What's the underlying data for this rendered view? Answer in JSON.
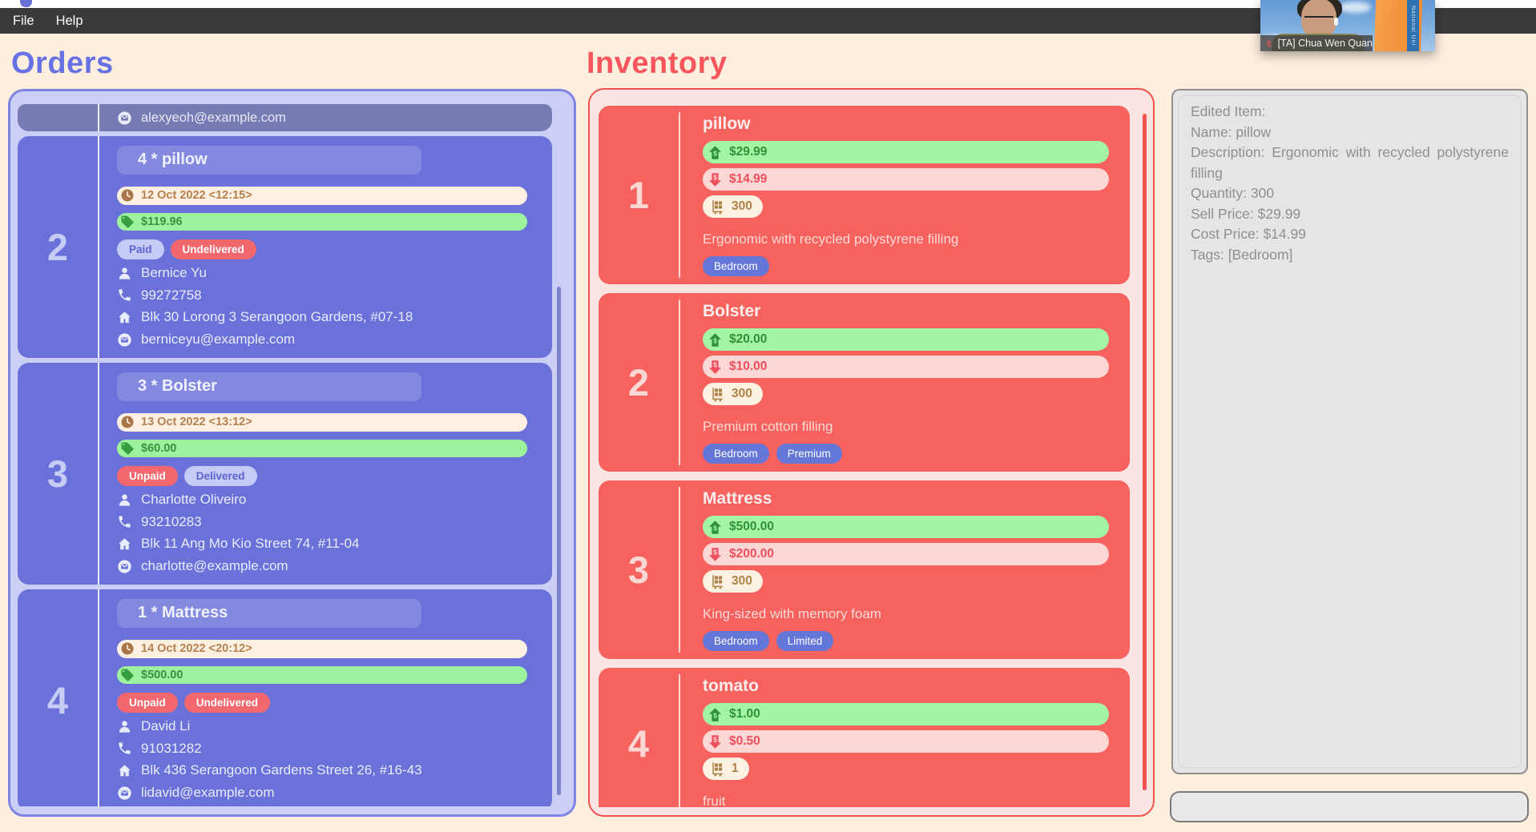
{
  "window": {
    "menu": [
      "File",
      "Help"
    ]
  },
  "webcam": {
    "label": "[TA] Chua Wen Quan",
    "mic_status": "muted",
    "banner_text": "National Uni"
  },
  "orders": {
    "title": "Orders",
    "partial_item": {
      "email": "alexyeoh@example.com"
    },
    "items": [
      {
        "index": 2,
        "name": "4 * pillow",
        "datetime": "12 Oct 2022 <12:15>",
        "price": "$119.96",
        "statuses": [
          {
            "label": "Paid",
            "type": "ok"
          },
          {
            "label": "Undelivered",
            "type": "bad"
          }
        ],
        "customer": "Bernice Yu",
        "phone": "99272758",
        "address": "Blk 30 Lorong 3 Serangoon Gardens, #07-18",
        "email": "berniceyu@example.com"
      },
      {
        "index": 3,
        "name": "3 * Bolster",
        "datetime": "13 Oct 2022 <13:12>",
        "price": "$60.00",
        "statuses": [
          {
            "label": "Unpaid",
            "type": "bad"
          },
          {
            "label": "Delivered",
            "type": "ok"
          }
        ],
        "customer": "Charlotte Oliveiro",
        "phone": "93210283",
        "address": "Blk 11 Ang Mo Kio Street 74, #11-04",
        "email": "charlotte@example.com"
      },
      {
        "index": 4,
        "name": "1 * Mattress",
        "datetime": "14 Oct 2022 <20:12>",
        "price": "$500.00",
        "statuses": [
          {
            "label": "Unpaid",
            "type": "bad"
          },
          {
            "label": "Undelivered",
            "type": "bad"
          }
        ],
        "customer": "David Li",
        "phone": "91031282",
        "address": "Blk 436 Serangoon Gardens Street 26, #16-43",
        "email": "lidavid@example.com"
      }
    ]
  },
  "inventory": {
    "title": "Inventory",
    "items": [
      {
        "index": 1,
        "name": "pillow",
        "sell_price": "$29.99",
        "cost_price": "$14.99",
        "quantity": "300",
        "description": "Ergonomic with recycled polystyrene filling",
        "tags": [
          "Bedroom"
        ]
      },
      {
        "index": 2,
        "name": "Bolster",
        "sell_price": "$20.00",
        "cost_price": "$10.00",
        "quantity": "300",
        "description": "Premium cotton filling",
        "tags": [
          "Bedroom",
          "Premium"
        ]
      },
      {
        "index": 3,
        "name": "Mattress",
        "sell_price": "$500.00",
        "cost_price": "$200.00",
        "quantity": "300",
        "description": "King-sized with memory foam",
        "tags": [
          "Bedroom",
          "Limited"
        ]
      },
      {
        "index": 4,
        "name": "tomato",
        "sell_price": "$1.00",
        "cost_price": "$0.50",
        "quantity": "1",
        "description": "fruit",
        "tags": []
      }
    ]
  },
  "result_panel": {
    "lines": [
      "Edited Item:",
      "Name: pillow",
      "Description: Ergonomic with recycled polystyrene filling",
      "Quantity: 300",
      "Sell Price: $29.99",
      "Cost Price: $14.99",
      "Tags: [Bedroom]"
    ]
  },
  "command_bar": {
    "value": "",
    "placeholder": ""
  },
  "icons": {
    "email": "envelope-in-circle",
    "person": "user-silhouette",
    "phone": "handset",
    "home": "house",
    "clock": "clock-face",
    "price": "price-tag",
    "sell": "arrow-up-dollar",
    "cost": "arrow-down-dollar",
    "quantity": "stock-cart",
    "mic": "microphone-muted"
  },
  "colors": {
    "background": "#fdeede",
    "menubar": "#3a3a3c",
    "orders_accent": "#6671e3",
    "orders_panel": "#cbcff5",
    "order_card": "#6a71d9",
    "order_card_scrolled": "#767bb4",
    "inventory_accent": "#f8555c",
    "inventory_panel": "#fbe4e1",
    "inventory_card": "#f7625e",
    "date_pill": "#fdf0e1",
    "price_pill": "#9df29d",
    "sell_pill": "#a4f5a2",
    "cost_pill": "#fcd7d5",
    "qty_pill": "#fdf2e2",
    "tag_pill": "#6476d8",
    "status_ok": "#c6cbf5",
    "status_bad": "#f2686e",
    "result_panel": "#e5e5e5"
  }
}
